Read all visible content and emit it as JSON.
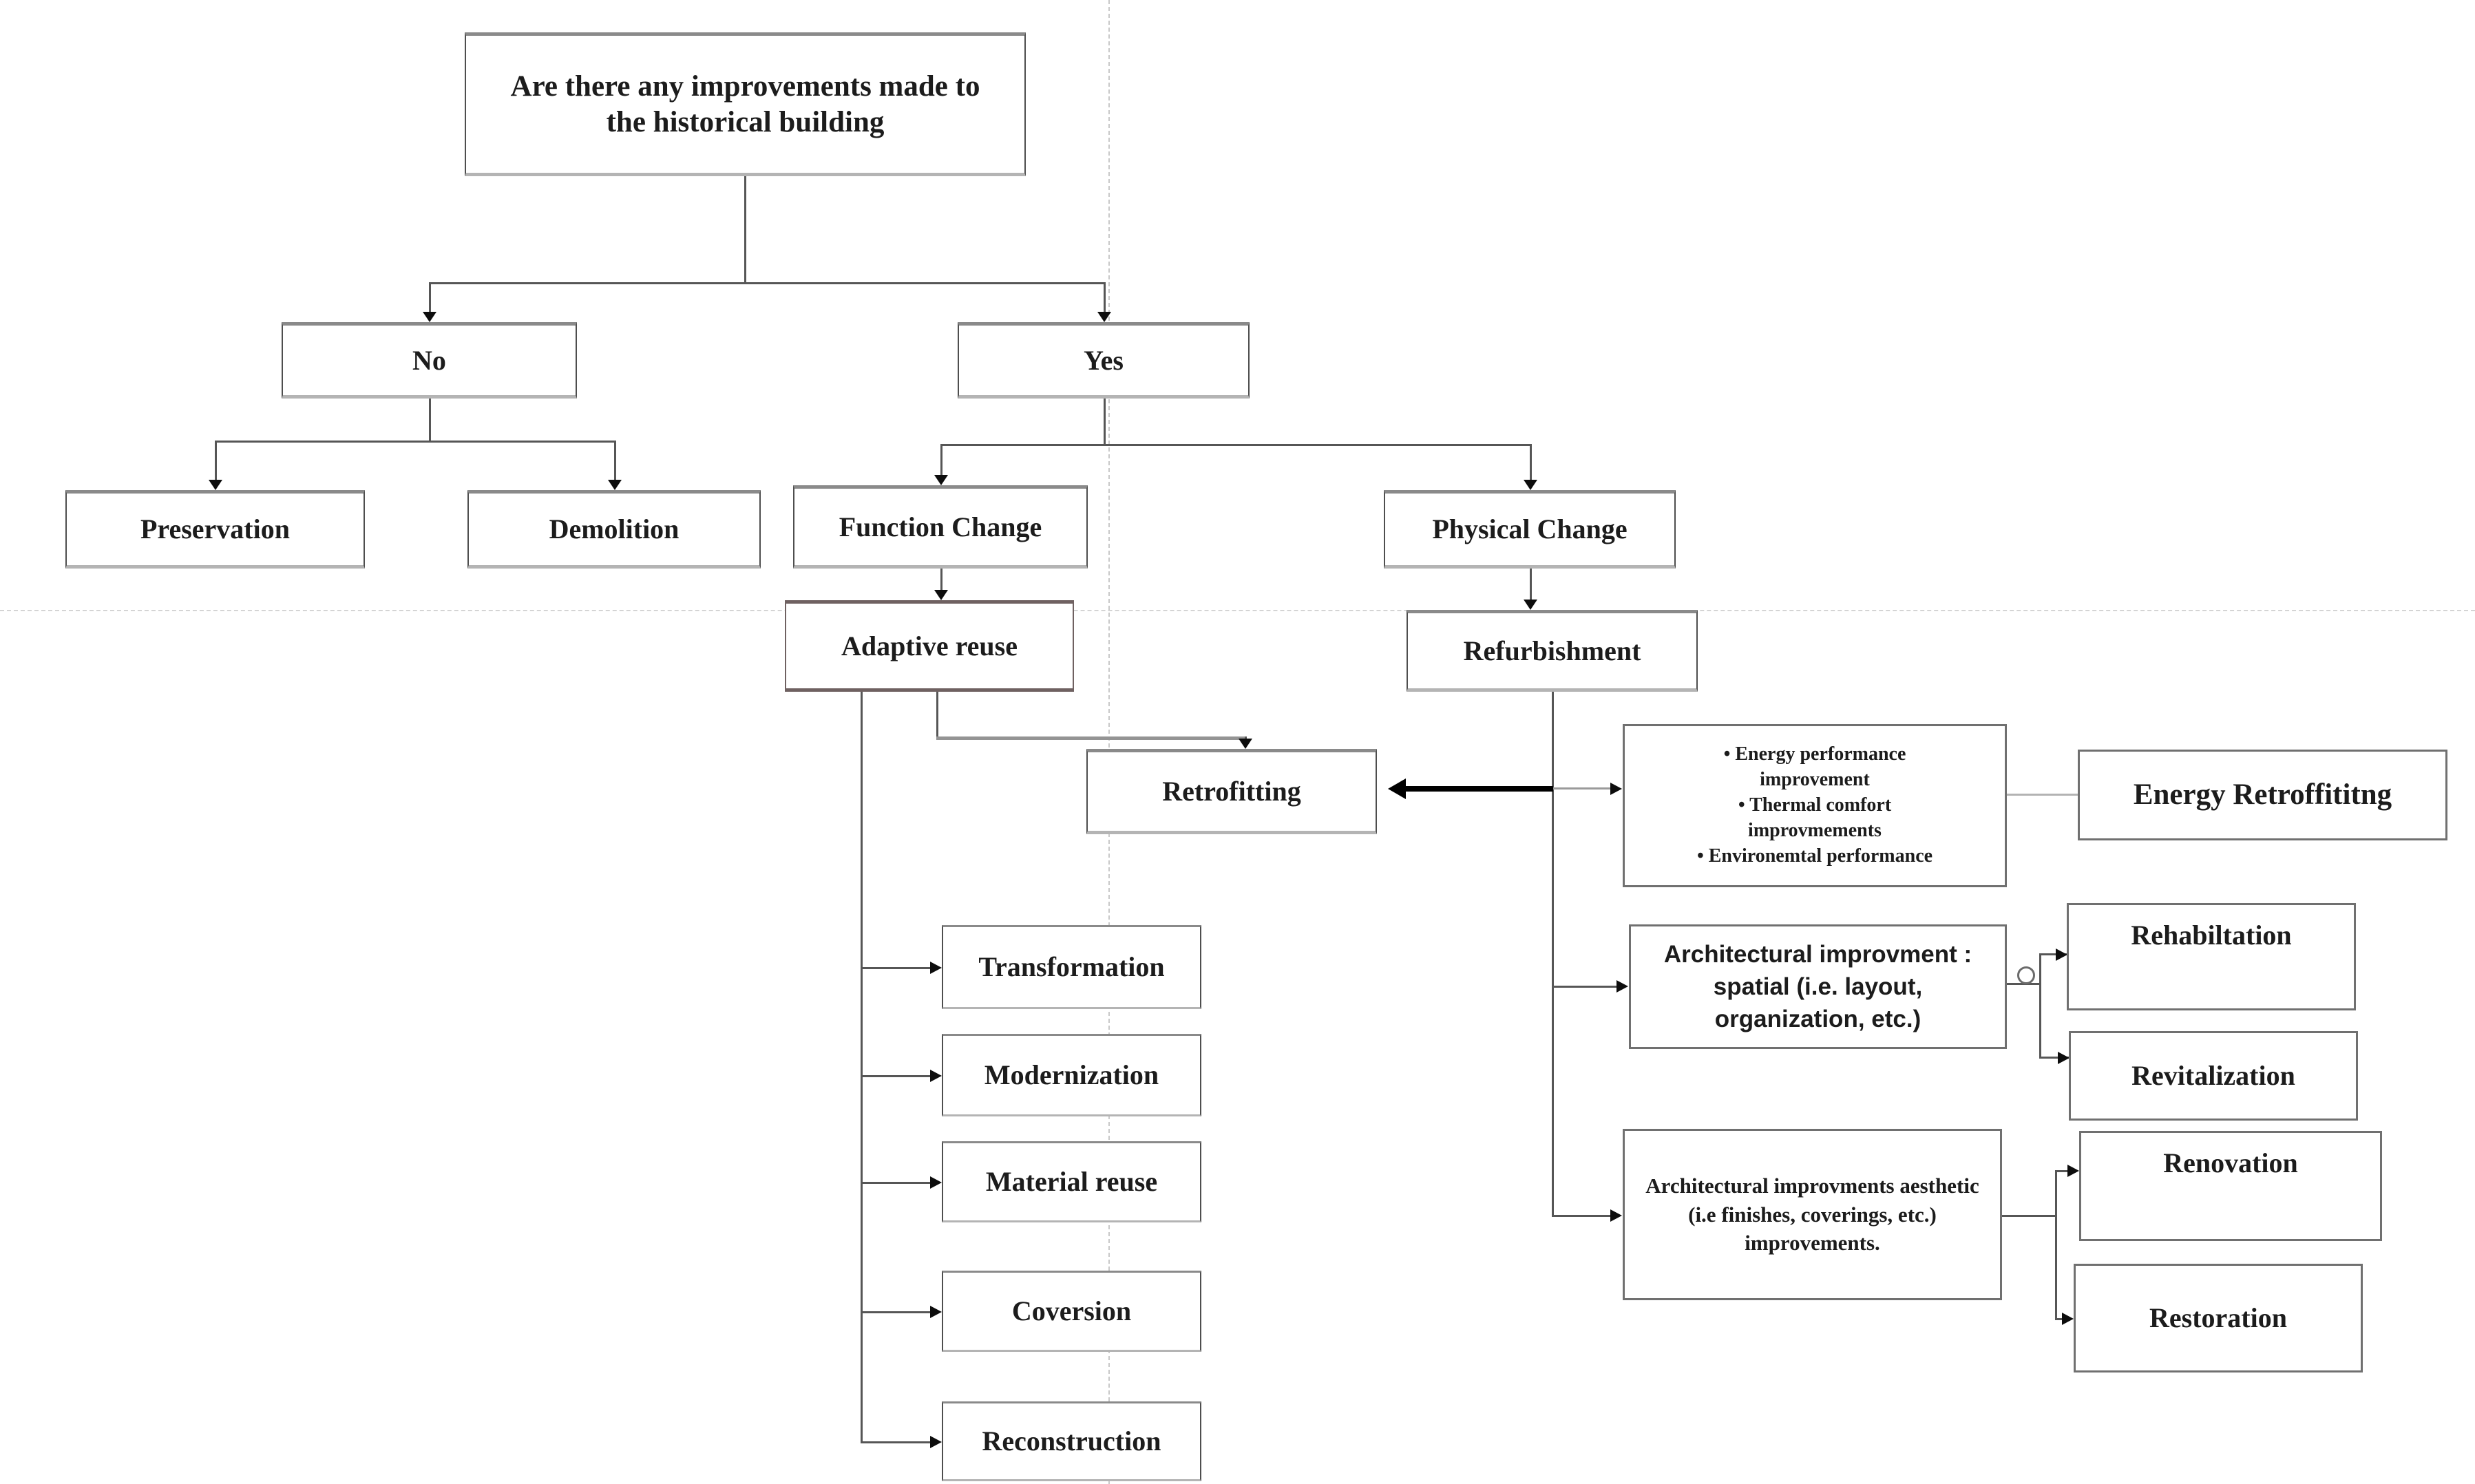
{
  "diagram": {
    "nodes": {
      "question": "Are there any improvements made to the historical building",
      "no": "No",
      "yes": "Yes",
      "preservation": "Preservation",
      "demolition": "Demolition",
      "function_change": "Function Change",
      "physical_change": "Physical Change",
      "adaptive_reuse": "Adaptive reuse",
      "refurbishment": "Refurbishment",
      "retrofitting": "Retrofitting",
      "energy_goals": {
        "items": [
          "• Energy performance improvement",
          "• Thermal comfort improvmements",
          "• Environemtal performance"
        ]
      },
      "energy_retrofitting": "Energy Retroffititng",
      "transformation": "Transformation",
      "modernization": "Modernization",
      "material_reuse": "Material reuse",
      "coversion": "Coversion",
      "reconstruction": "Reconstruction",
      "arch_spatial": "Architectural improvment : spatial (i.e. layout, organization, etc.)",
      "rehabiltation": "Rehabiltation",
      "revitalization": "Revitalization",
      "arch_aesthetic": "Architectural improvments aesthetic (i.e finishes, coverings, etc.) improvements.",
      "renovation": "Renovation",
      "restoration": "Restoration"
    },
    "colors": {
      "line": "#565656",
      "guide": "#c9c9c9",
      "text": "#1c1c1c",
      "box_background": "#ffffff"
    }
  }
}
